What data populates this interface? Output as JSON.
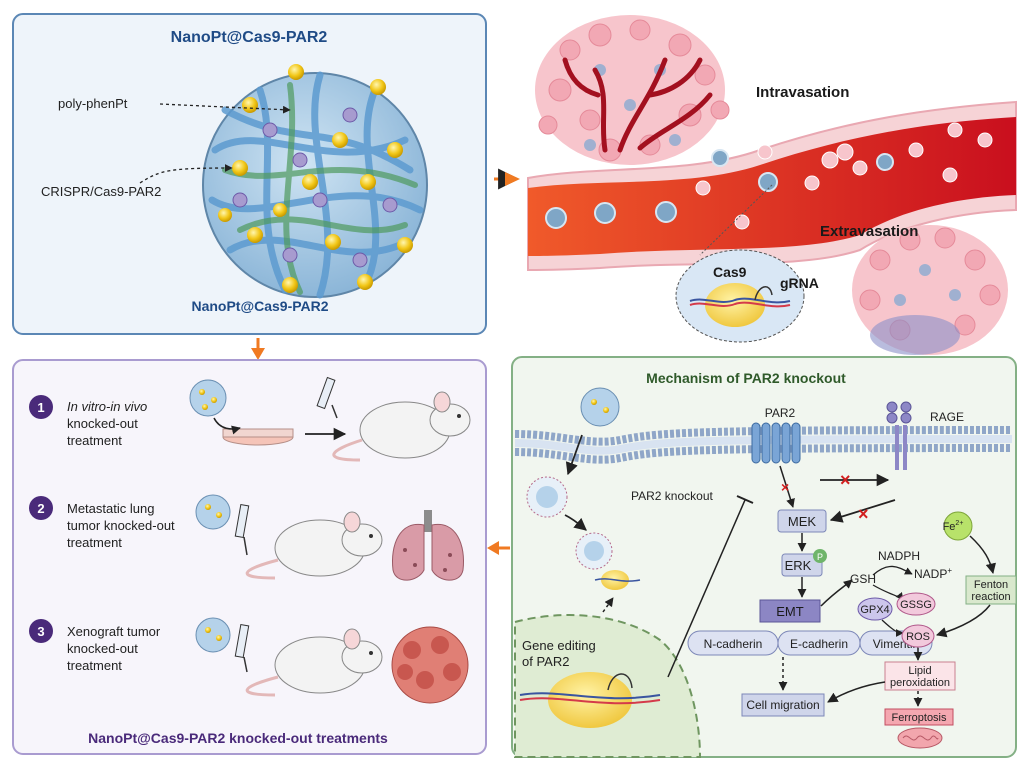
{
  "nanoparticle_panel": {
    "title": "NanoPt@Cas9-PAR2",
    "caption": "NanoPt@Cas9-PAR2",
    "label_polymer": "poly-phenPt",
    "label_crispr": "CRISPR/Cas9-PAR2"
  },
  "vessel_panel": {
    "intravasation": "Intravasation",
    "extravasation": "Extravasation",
    "cas9": "Cas9",
    "grna": "gRNA"
  },
  "treatments_panel": {
    "title": "NanoPt@Cas9-PAR2 knocked-out treatments",
    "items": [
      {
        "number": "1",
        "line1": "In vitro-in vivo",
        "line2": "knocked-out",
        "line3": "treatment"
      },
      {
        "number": "2",
        "line1": "Metastatic lung",
        "line2": "tumor knocked-out",
        "line3": "treatment"
      },
      {
        "number": "3",
        "line1": "Xenograft tumor",
        "line2": "knocked-out",
        "line3": "treatment"
      }
    ]
  },
  "mechanism_panel": {
    "title": "Mechanism of PAR2 knockout",
    "par2": "PAR2",
    "rage": "RAGE",
    "par2_knockout": "PAR2 knockout",
    "gene_editing_1": "Gene editing",
    "gene_editing_2": "of PAR2",
    "mek": "MEK",
    "erk": "ERK",
    "p": "P",
    "emt": "EMT",
    "n_cadherin": "N-cadherin",
    "e_cadherin": "E-cadherin",
    "vimentin": "Vimentin",
    "cell_migration": "Cell migration",
    "gsh": "GSH",
    "nadph": "NADPH",
    "nadp": "NADP",
    "nadp_sup": "+",
    "gpx4": "GPX4",
    "gssg": "GSSG",
    "ros": "ROS",
    "lipid_1": "Lipid",
    "lipid_2": "peroxidation",
    "ferroptosis": "Ferroptosis",
    "fe": "Fe",
    "fe_sup": "2+",
    "fenton_1": "Fenton",
    "fenton_2": "reaction"
  },
  "colors": {
    "panel_blue_border": "#5b87b5",
    "panel_blue_fill": "#eef4fa",
    "panel_purple_border": "#a99bd0",
    "panel_purple_fill": "#f7f5fb",
    "panel_green_border": "#84b085",
    "panel_green_fill": "#f1f6ef",
    "arrow_orange": "#f07a22",
    "title_blue": "#1f4b86",
    "title_purple": "#4a2a7a",
    "title_green": "#2f5a2a"
  }
}
